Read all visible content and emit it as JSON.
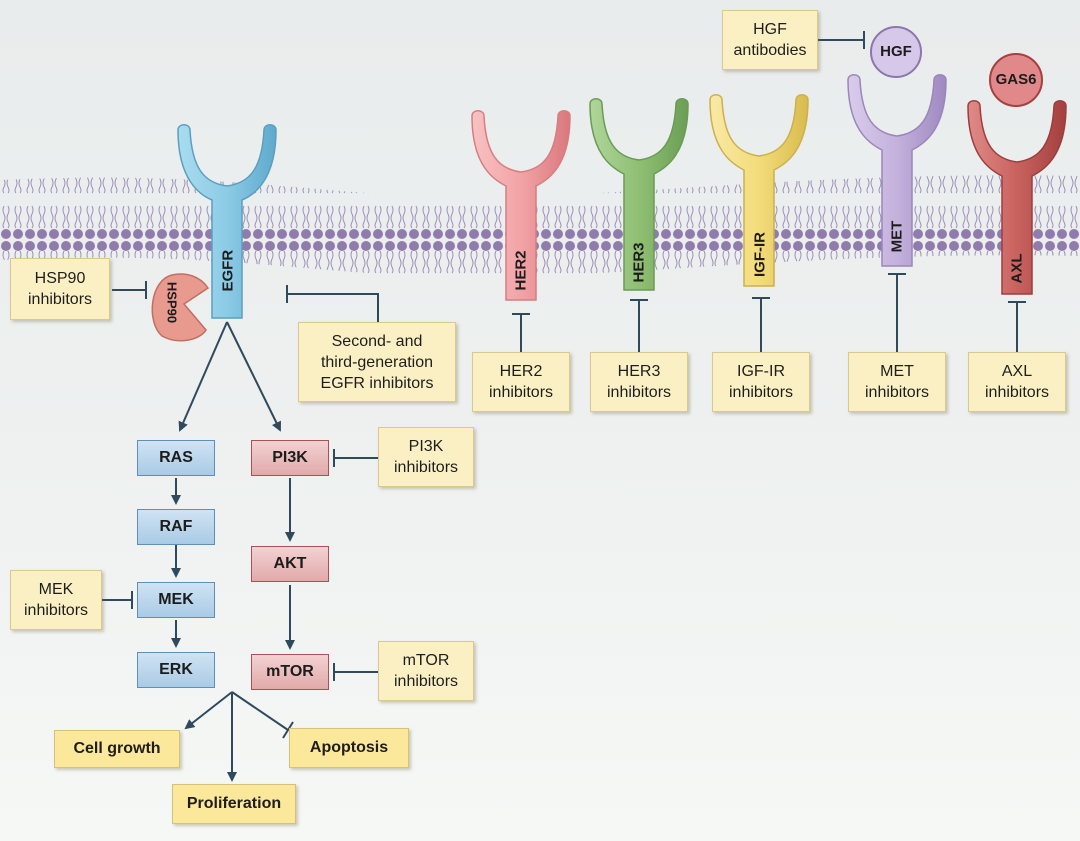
{
  "receptors": [
    {
      "name": "EGFR",
      "color": "#8ccbe6"
    },
    {
      "name": "HER2",
      "color": "#f2a3a6"
    },
    {
      "name": "HER3",
      "color": "#8fbf73"
    },
    {
      "name": "IGF-IR",
      "color": "#f3dc7a"
    },
    {
      "name": "MET",
      "color": "#c4b1dc"
    },
    {
      "name": "AXL",
      "color": "#c9625f"
    }
  ],
  "ligands": {
    "hgf": "HGF",
    "gas6": "GAS6",
    "hsp90": "HSP90"
  },
  "inhibitors": {
    "hsp90": [
      "HSP90",
      "inhibitors"
    ],
    "egfr": [
      "Second- and",
      "third-generation",
      "EGFR inhibitors"
    ],
    "her2": [
      "HER2",
      "inhibitors"
    ],
    "her3": [
      "HER3",
      "inhibitors"
    ],
    "igfir": [
      "IGF-IR",
      "inhibitors"
    ],
    "met": [
      "MET",
      "inhibitors"
    ],
    "axl": [
      "AXL",
      "inhibitors"
    ],
    "hgf": [
      "HGF",
      "antibodies"
    ],
    "pi3k": [
      "PI3K",
      "inhibitors"
    ],
    "mek": [
      "MEK",
      "inhibitors"
    ],
    "mtor": [
      "mTOR",
      "inhibitors"
    ]
  },
  "pathway": {
    "ras": "RAS",
    "raf": "RAF",
    "mek": "MEK",
    "erk": "ERK",
    "pi3k": "PI3K",
    "akt": "AKT",
    "mtor": "mTOR"
  },
  "outcomes": {
    "cell_growth": "Cell growth",
    "proliferation": "Proliferation",
    "apoptosis": "Apoptosis"
  },
  "colors": {
    "arrow": "#2f4a5e",
    "membrane": "#8a76a8",
    "box_fill": "#fbf0c4",
    "outcome_fill": "#fbe89a"
  }
}
